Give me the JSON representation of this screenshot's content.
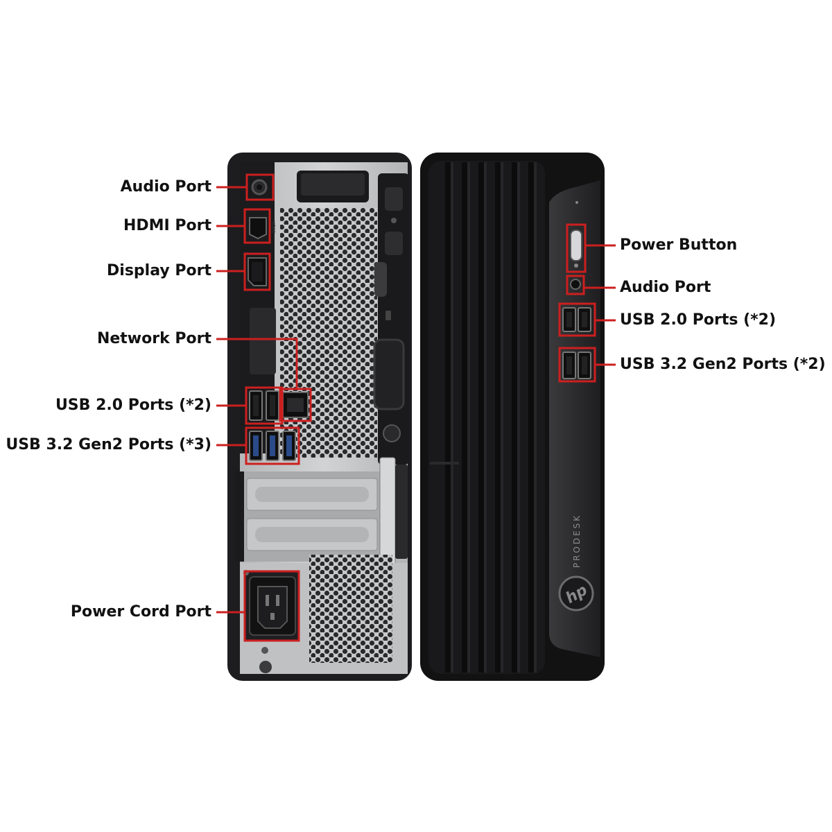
{
  "colors": {
    "callout": "#cc1f1f",
    "case_dark": "#1d1d1f",
    "case_black": "#121213",
    "metal": "#bfc0c2",
    "bezel": "#2b2b2d"
  },
  "rear_labels": {
    "audio": "Audio Port",
    "hdmi": "HDMI Port",
    "display": "Display Port",
    "network": "Network Port",
    "usb20": "USB 2.0 Ports (*2)",
    "usb32": "USB 3.2 Gen2 Ports (*3)",
    "power_cord": "Power Cord Port"
  },
  "front_labels": {
    "power_button": "Power Button",
    "audio": "Audio Port",
    "usb20": "USB 2.0 Ports (*2)",
    "usb32": "USB 3.2 Gen2 Ports (*2)"
  },
  "branding": {
    "model": "PRODESK",
    "logo": "hp"
  },
  "icons": {
    "hdmi_mark": "HDMI",
    "network_mark": "network-icon",
    "usb_mark": "usb-icon"
  }
}
